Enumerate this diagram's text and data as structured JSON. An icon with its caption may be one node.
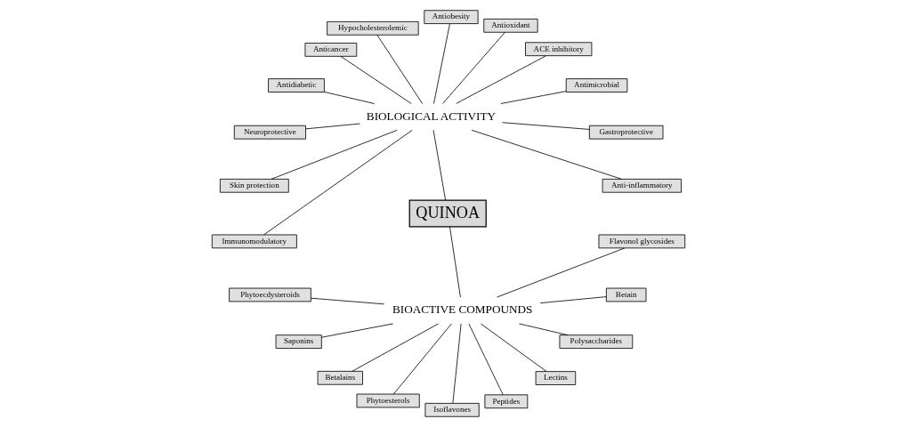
{
  "diagram": {
    "nodes": [
      {
        "text": [
          "QUINOA"
        ]
      },
      {
        "text": [
          "BIOACTIVE COMPOUNDS"
        ]
      },
      {
        "text": [
          "BIOLOGICAL ACTIVITY"
        ]
      },
      {
        "text": [
          "Phytoecdysteroids"
        ]
      },
      {
        "text": [
          "Saponins"
        ]
      },
      {
        "text": [
          "Betalains"
        ]
      },
      {
        "text": [
          "Phytoesterols"
        ]
      },
      {
        "text": [
          "Isoflavones"
        ]
      },
      {
        "text": [
          "Peptides"
        ]
      },
      {
        "text": [
          "Lectins"
        ]
      },
      {
        "text": [
          "Polysaccharides"
        ]
      },
      {
        "text": [
          "Betain"
        ]
      },
      {
        "text": [
          "Flavonol glycosides"
        ]
      },
      {
        "text": [
          "Anti-inflammatory"
        ]
      },
      {
        "text": [
          "Gastroprotective"
        ]
      },
      {
        "text": [
          "Antimicrobial"
        ]
      },
      {
        "text": [
          "ACE inhibitory"
        ]
      },
      {
        "text": [
          "Antioxidant"
        ]
      },
      {
        "text": [
          "Antiobesity"
        ]
      },
      {
        "text": [
          "Hypocholesterolemic"
        ]
      },
      {
        "text": [
          "Anticancer"
        ]
      },
      {
        "text": [
          "Antidiabetic"
        ]
      },
      {
        "text": [
          "Neuroprotective"
        ]
      },
      {
        "text": [
          "Skin protection"
        ]
      },
      {
        "text": [
          "Immunomodulatory"
        ]
      }
    ],
    "edges": [
      {
        "from": 1,
        "to": 0,
        "arrow": "none"
      },
      {
        "from": 0,
        "to": 2,
        "arrow": "none"
      },
      {
        "from": 1,
        "to": 3,
        "arrow": "none"
      },
      {
        "from": 1,
        "to": 4,
        "arrow": "none"
      },
      {
        "from": 1,
        "to": 5,
        "arrow": "none"
      },
      {
        "from": 1,
        "to": 6,
        "arrow": "none"
      },
      {
        "from": 1,
        "to": 7,
        "arrow": "none"
      },
      {
        "from": 1,
        "to": 8,
        "arrow": "none"
      },
      {
        "from": 1,
        "to": 9,
        "arrow": "none"
      },
      {
        "from": 1,
        "to": 10,
        "arrow": "none"
      },
      {
        "from": 1,
        "to": 11,
        "arrow": "none"
      },
      {
        "from": 1,
        "to": 12,
        "arrow": "none"
      },
      {
        "from": 2,
        "to": 13,
        "arrow": "none"
      },
      {
        "from": 2,
        "to": 14,
        "arrow": "none"
      },
      {
        "from": 2,
        "to": 15,
        "arrow": "none"
      },
      {
        "from": 2,
        "to": 16,
        "arrow": "none"
      },
      {
        "from": 2,
        "to": 17,
        "arrow": "none"
      },
      {
        "from": 2,
        "to": 18,
        "arrow": "none"
      },
      {
        "from": 2,
        "to": 19,
        "arrow": "none"
      },
      {
        "from": 2,
        "to": 20,
        "arrow": "none"
      },
      {
        "from": 2,
        "to": 21,
        "arrow": "none"
      },
      {
        "from": 2,
        "to": 22,
        "arrow": "none"
      },
      {
        "from": 2,
        "to": 23,
        "arrow": "none"
      },
      {
        "from": 2,
        "to": 24,
        "arrow": "none"
      }
    ]
  }
}
